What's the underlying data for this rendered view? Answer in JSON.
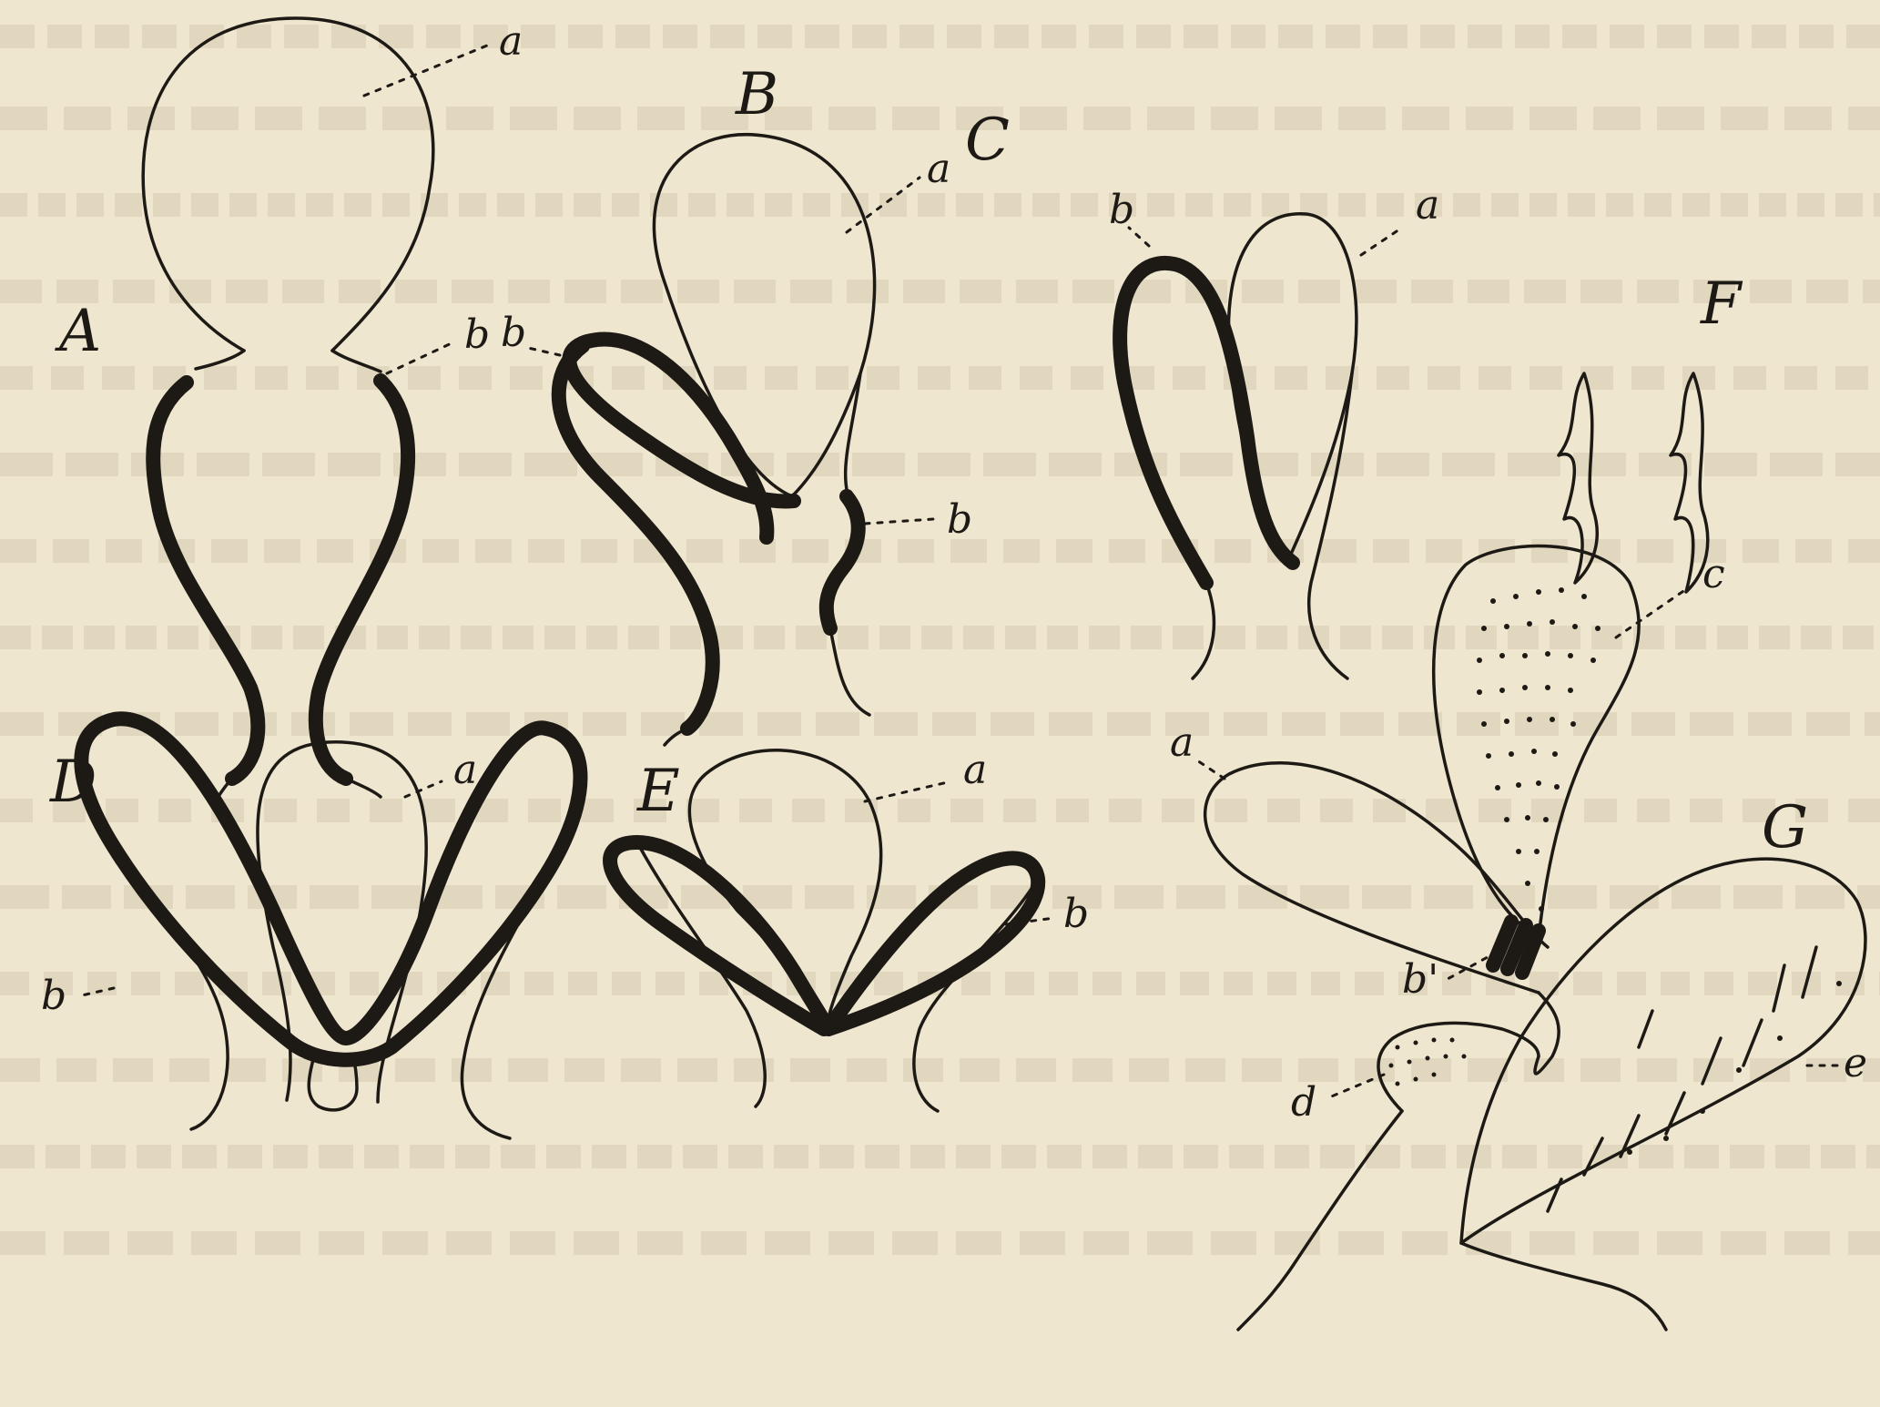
{
  "figures": {
    "A": {
      "letter": "A",
      "labels": {
        "a": "a",
        "b": "b"
      }
    },
    "B": {
      "letter": "B",
      "labels": {
        "a": "a",
        "b_upper": "b",
        "b_lower": "b"
      }
    },
    "C": {
      "letter": "C",
      "labels": {
        "a": "a",
        "b": "b"
      }
    },
    "D": {
      "letter": "D",
      "labels": {
        "a": "a",
        "b": "b"
      }
    },
    "E": {
      "letter": "E",
      "labels": {
        "a": "a",
        "b": "b"
      }
    },
    "F": {
      "letter": "F"
    },
    "G": {
      "letter": "G",
      "labels": {
        "a": "a",
        "b_prime": "b'",
        "c": "c",
        "d": "d",
        "e": "e"
      }
    }
  },
  "colors": {
    "ink": "#1d1a16",
    "paper": "#efe6cf",
    "bleedthrough": "#c9bca0"
  }
}
